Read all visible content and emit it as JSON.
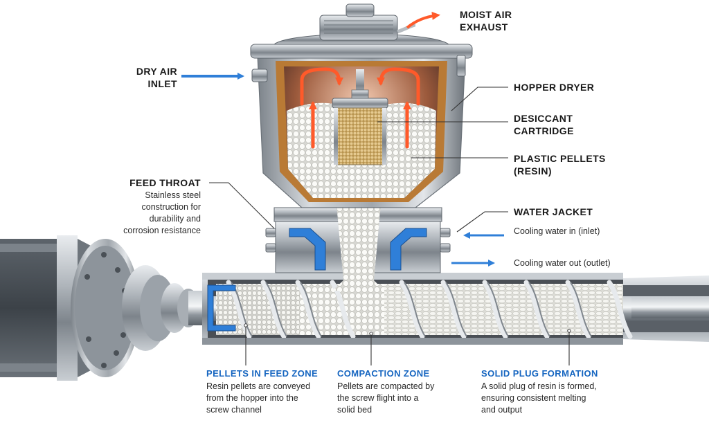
{
  "labels": {
    "moist_air_exhaust": [
      "MOIST AIR",
      "EXHAUST"
    ],
    "dry_air_inlet": [
      "DRY AIR",
      "INLET"
    ],
    "hopper_dryer": "HOPPER DRYER",
    "desiccant_cartridge": [
      "DESICCANT",
      "CARTRIDGE"
    ],
    "plastic_pellets": [
      "PLASTIC PELLETS",
      "(RESIN)"
    ],
    "feed_throat": "FEED THROAT",
    "feed_throat_desc": [
      "Stainless steel",
      "construction for",
      "durability and",
      "corrosion resistance"
    ],
    "water_jacket": "WATER JACKET",
    "cooling_in": "Cooling water in (inlet)",
    "cooling_out": "Cooling water out (outlet)"
  },
  "zones": [
    {
      "title": "PELLETS IN FEED ZONE",
      "desc": [
        "Resin pellets are conveyed",
        "from the hopper into the",
        "screw channel"
      ]
    },
    {
      "title": "COMPACTION ZONE",
      "desc": [
        "Pellets are compacted by",
        "the screw flight into a",
        "solid bed"
      ]
    },
    {
      "title": "SOLID PLUG FORMATION",
      "desc": [
        "A solid plug of resin is formed,",
        "ensuring consistent melting",
        "and output"
      ]
    }
  ],
  "colors": {
    "accent_blue": "#1565c0",
    "hot_air": "#ff5a2a",
    "cool_water": "#2f7fd8",
    "steel": "#9aa1a8",
    "pellet": "#f2f2ef",
    "desiccant": "#c8a56a",
    "insulation": "#b97a35"
  },
  "icons": [
    "dry-air-arrow-icon",
    "exhaust-arrow-icon",
    "hot-air-arrow-icon",
    "water-in-arrow-icon",
    "water-out-arrow-icon"
  ]
}
